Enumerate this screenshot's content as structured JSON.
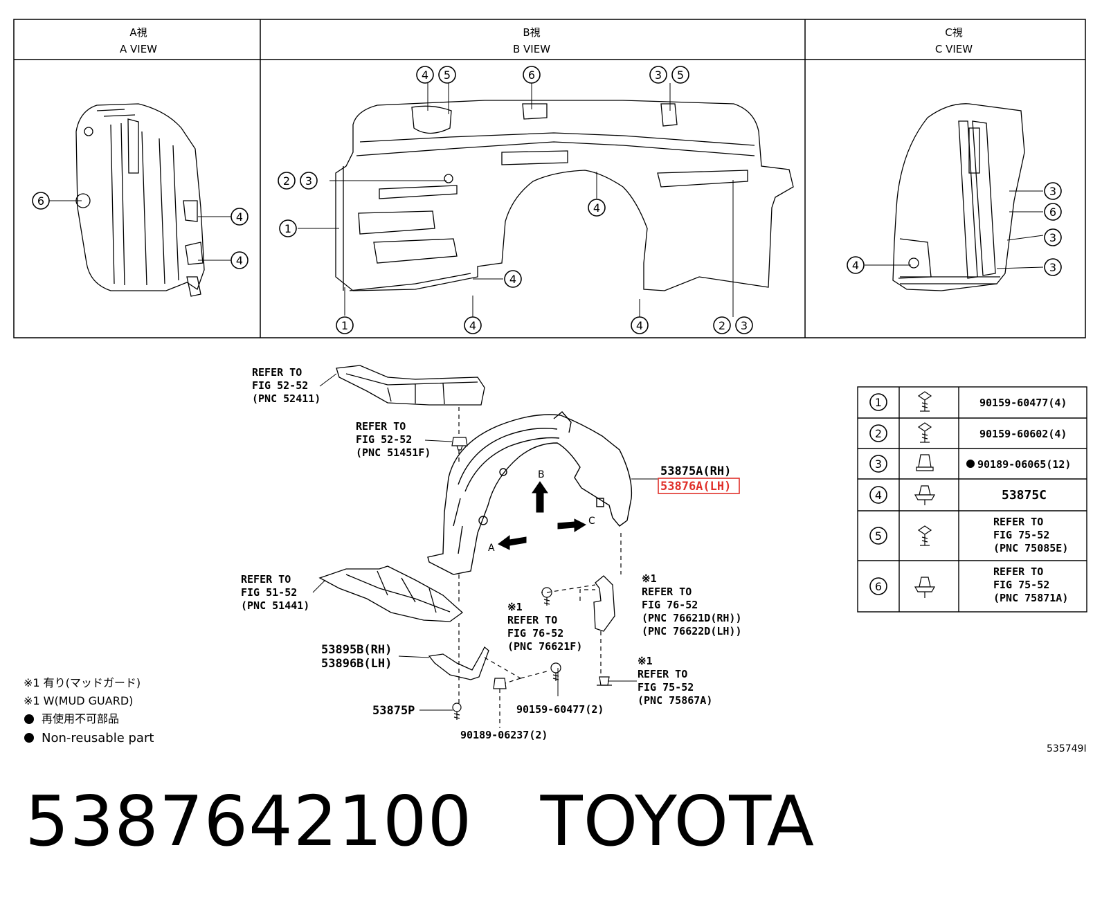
{
  "views": {
    "a": {
      "jp": "A視",
      "en": "A VIEW"
    },
    "b": {
      "jp": "B視",
      "en": "B VIEW"
    },
    "c": {
      "jp": "C視",
      "en": "C VIEW"
    }
  },
  "callouts": {
    "n1": "1",
    "n2": "2",
    "n3": "3",
    "n4": "4",
    "n5": "5",
    "n6": "6"
  },
  "refer": {
    "r1": {
      "l1": "REFER TO",
      "l2": "FIG 52-52",
      "l3": "(PNC 52411)"
    },
    "r2": {
      "l1": "REFER TO",
      "l2": "FIG 52-52",
      "l3": "(PNC 51451F)"
    },
    "r3": {
      "l1": "REFER TO",
      "l2": "FIG 51-52",
      "l3": "(PNC 51441)"
    },
    "r4": {
      "m": "※1",
      "l1": "REFER TO",
      "l2": "FIG 76-52",
      "l3": "(PNC 76621F)"
    },
    "r5": {
      "m": "※1",
      "l1": "REFER TO",
      "l2": "FIG 76-52",
      "l3": "(PNC 76621D(RH))",
      "l4": "(PNC 76622D(LH))"
    },
    "r6": {
      "m": "※1",
      "l1": "REFER TO",
      "l2": "FIG 75-52",
      "l3": "(PNC 75867A)"
    }
  },
  "parts": {
    "rh": "53875A(RH)",
    "lh": "53876A(LH)",
    "brk_rh": "53895B(RH)",
    "brk_lh": "53896B(LH)",
    "p53875p": "53875P",
    "bolt": "90159-60477(2)",
    "clip": "90189-06237(2)"
  },
  "arrows": {
    "a": "A",
    "b": "B",
    "c": "C"
  },
  "legend_table": [
    {
      "num": "1",
      "value": "90159-60477(4)"
    },
    {
      "num": "2",
      "value": "90159-60602(4)"
    },
    {
      "num": "3",
      "value": "90189-06065(12)",
      "nonreusable": true
    },
    {
      "num": "4",
      "value": "53875C"
    },
    {
      "num": "5",
      "l1": "REFER TO",
      "l2": "FIG 75-52",
      "l3": "(PNC 75085E)"
    },
    {
      "num": "6",
      "l1": "REFER TO",
      "l2": "FIG 75-52",
      "l3": "(PNC 75871A)"
    }
  ],
  "notes": {
    "n1": "※1 有り(マッドガード)",
    "n2": "※1 W(MUD GUARD)",
    "n3": "再使用不可部品",
    "n4": "Non-reusable part"
  },
  "diagram_id": "535749I",
  "footer": "5387642100   TOYOTA",
  "colors": {
    "line": "#000000",
    "highlight": "#e0302a",
    "background": "#ffffff"
  }
}
